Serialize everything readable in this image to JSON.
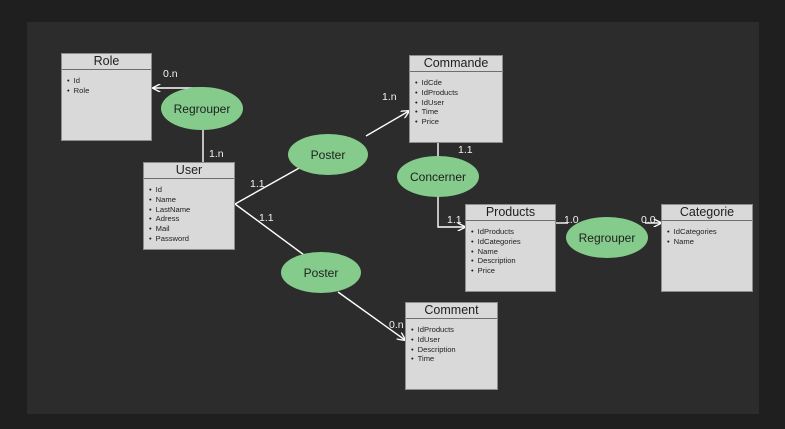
{
  "entities": {
    "role": {
      "title": "Role",
      "fields": [
        "Id",
        "Role"
      ]
    },
    "commande": {
      "title": "Commande",
      "fields": [
        "IdCde",
        "IdProducts",
        "IdUser",
        "Time",
        "Price"
      ]
    },
    "user": {
      "title": "User",
      "fields": [
        "Id",
        "Name",
        "LastName",
        "Adress",
        "Mail",
        "Password"
      ]
    },
    "products": {
      "title": "Products",
      "fields": [
        "IdProducts",
        "IdCategories",
        "Name",
        "Description",
        "Price"
      ]
    },
    "categorie": {
      "title": "Categorie",
      "fields": [
        "IdCategories",
        "Name"
      ]
    },
    "comment": {
      "title": "Comment",
      "fields": [
        "IdProducts",
        "IdUser",
        "Description",
        "Time"
      ]
    }
  },
  "relations": {
    "regrouper_role": "Regrouper",
    "poster_commande": "Poster",
    "concerner": "Concerner",
    "regrouper_categorie": "Regrouper",
    "poster_comment": "Poster"
  },
  "cardinalities": {
    "role_regrouper": "0.n",
    "user_regrouper": "1.n",
    "user_poster_commande": "1.1",
    "commande_poster": "1.n",
    "commande_concerner": "1.1",
    "products_concerner": "1.1",
    "products_regrouper": "1.0",
    "categorie_regrouper": "0.0",
    "user_poster_comment": "1.1",
    "comment_poster": "0.n"
  },
  "colors": {
    "background": "#1f1f1f",
    "canvas": "#2c2c2c",
    "entity_fill": "#d9d9d9",
    "relation_fill": "#85cc8c",
    "connector": "#ffffff"
  }
}
